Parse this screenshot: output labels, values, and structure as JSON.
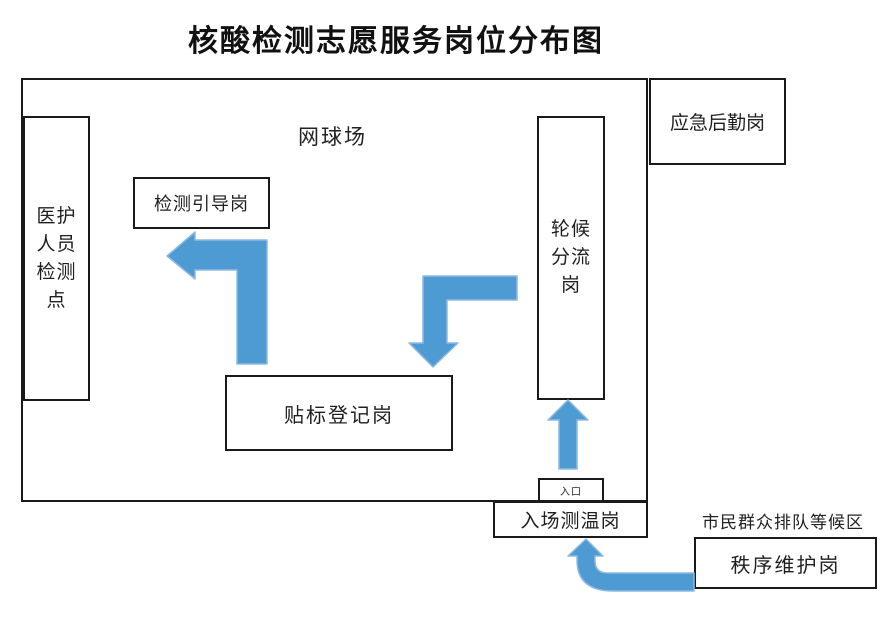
{
  "title": "核酸检测志愿服务岗位分布图",
  "venue": {
    "label": "网球场"
  },
  "posts": {
    "medical_testing_point": {
      "lines": [
        "医护",
        "人员",
        "检测",
        "点"
      ]
    },
    "guidance_post": {
      "label": "检测引导岗"
    },
    "waiting_diversion_post": {
      "lines": [
        "轮候",
        "分流",
        "岗"
      ]
    },
    "emergency_logistics_post": {
      "label": "应急后勤岗"
    },
    "labeling_registration_post": {
      "label": "贴标登记岗"
    },
    "entrance": {
      "label": "入口"
    },
    "entry_temperature_post": {
      "label": "入场测温岗"
    },
    "order_maintenance_post": {
      "label": "秩序维护岗"
    }
  },
  "annotations": {
    "queue_waiting_area": "市民群众排队等候区"
  },
  "colors": {
    "arrow_fill": "#4E9BD4",
    "arrow_edge": "#8FB9E2",
    "box_border": "#1A1A1A",
    "text": "#1F1F1F",
    "background": "#FFFFFF"
  }
}
